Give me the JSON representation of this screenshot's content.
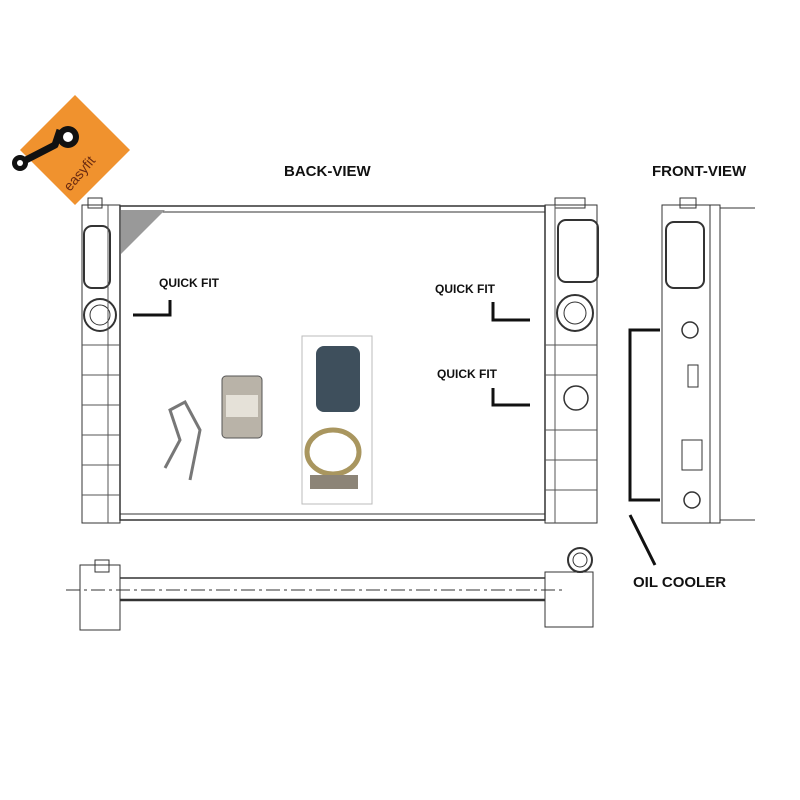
{
  "logo": {
    "text": "easyfit",
    "color": "#f0922e"
  },
  "views": {
    "back": "BACK-VIEW",
    "front": "FRONT-VIEW"
  },
  "callouts": {
    "quick_fit_left": "QUICK FIT",
    "quick_fit_right_top": "QUICK FIT",
    "quick_fit_right_bottom": "QUICK FIT",
    "oil_cooler": "OIL COOLER"
  }
}
